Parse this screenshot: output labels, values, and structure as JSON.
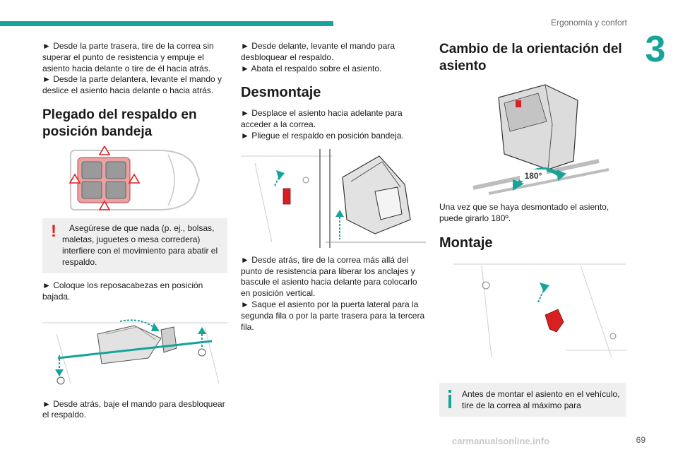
{
  "header": {
    "section": "Ergonomía y confort",
    "chapter": "3"
  },
  "col1": {
    "steps1": [
      "► Desde la parte trasera, tire de la correa sin superar el punto de resistencia y empuje el asiento hacia delante o tire de él hacia atrás.",
      "► Desde la parte delantera, levante el mando y deslice el asiento hacia delante o hacia atrás."
    ],
    "heading": "Plegado del respaldo en posición bandeja",
    "warning_line1": "Asegúrese de que nada (p. ej., bolsas,",
    "warning_line2": "maletas, juguetes o mesa corredera) interfiere con el movimiento para abatir el respaldo.",
    "step2": "► Coloque los reposacabezas en posición bajada.",
    "step3": "► Desde atrás, baje el mando para desbloquear el respaldo."
  },
  "col2": {
    "steps1": [
      "► Desde delante, levante el mando para desbloquear el respaldo.",
      "► Abata el respaldo sobre el asiento."
    ],
    "heading": "Desmontaje",
    "steps2": [
      "► Desplace el asiento hacia adelante para acceder a la correa.",
      "► Pliegue el respaldo en posición bandeja."
    ],
    "steps3": [
      "► Desde atrás, tire de la correa más allá del punto de resistencia para liberar los anclajes y bascule el asiento hacia delante para colocarlo en posición vertical.",
      "► Saque el asiento por la puerta lateral para la segunda fila o por la parte trasera para la tercera fila."
    ]
  },
  "col3": {
    "heading1": "Cambio de la orientación del asiento",
    "rotation_label": "180°",
    "text1": "Una vez que se haya desmontado el asiento, puede girarlo 180º.",
    "heading2": "Montaje",
    "info": "Antes de montar el asiento en el vehículo, tire de la correa al máximo para"
  },
  "footer": {
    "page": "69",
    "watermark": "carmanualsonline.info"
  },
  "colors": {
    "accent": "#17a39a",
    "warning": "#e02020",
    "info_box": "#efefef"
  }
}
